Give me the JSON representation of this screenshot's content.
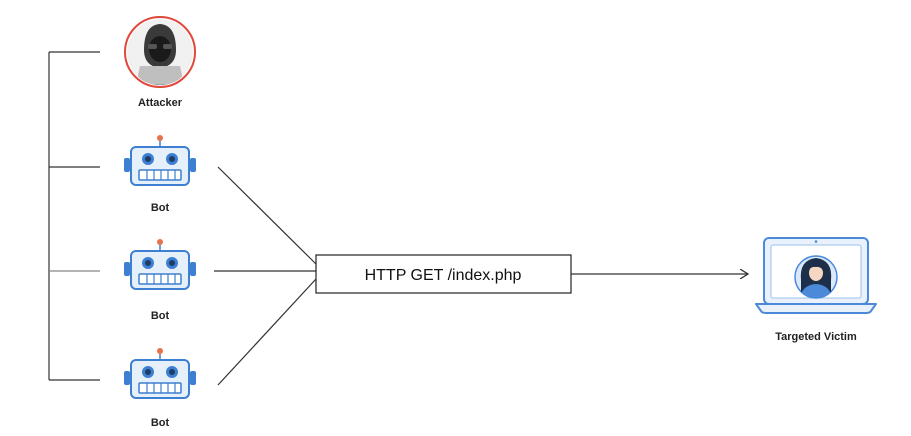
{
  "attacker": {
    "label": "Attacker",
    "icon": "attacker-icon"
  },
  "bots": [
    {
      "label": "Bot",
      "icon": "robot-icon"
    },
    {
      "label": "Bot",
      "icon": "robot-icon"
    },
    {
      "label": "Bot",
      "icon": "robot-icon"
    }
  ],
  "request": {
    "label": "HTTP GET /index.php"
  },
  "victim": {
    "label": "Targeted Victim",
    "icon": "laptop-user-icon"
  },
  "colors": {
    "line": "#222222",
    "robot_blue": "#3d7fd0",
    "robot_fill": "#e6f0fb",
    "antenna": "#e8704a",
    "attacker_ring": "#e0483b",
    "laptop_stroke": "#4a8ad8",
    "laptop_fill": "#e8f1fc"
  }
}
